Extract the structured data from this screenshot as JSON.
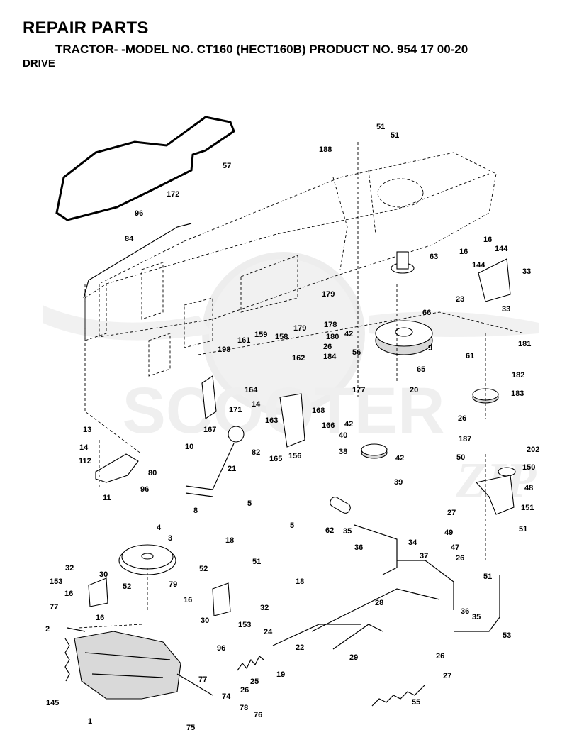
{
  "header": {
    "title": "REPAIR PARTS",
    "subtitle": "TRACTOR- -MODEL NO. CT160 (HECT160B) PRODUCT NO. 954 17 00-20",
    "section": "DRIVE"
  },
  "diagram": {
    "callouts": [
      {
        "id": "c57",
        "text": "57"
      },
      {
        "id": "c188",
        "text": "188"
      },
      {
        "id": "c51a",
        "text": "51"
      },
      {
        "id": "c51b",
        "text": "51"
      },
      {
        "id": "c172",
        "text": "172"
      },
      {
        "id": "c96a",
        "text": "96"
      },
      {
        "id": "c84",
        "text": "84"
      },
      {
        "id": "c63",
        "text": "63"
      },
      {
        "id": "c16a",
        "text": "16"
      },
      {
        "id": "c16b",
        "text": "16"
      },
      {
        "id": "c144a",
        "text": "144"
      },
      {
        "id": "c144b",
        "text": "144"
      },
      {
        "id": "c33a",
        "text": "33"
      },
      {
        "id": "c23",
        "text": "23"
      },
      {
        "id": "c33b",
        "text": "33"
      },
      {
        "id": "c179a",
        "text": "179"
      },
      {
        "id": "c178",
        "text": "178"
      },
      {
        "id": "c179b",
        "text": "179"
      },
      {
        "id": "c180",
        "text": "180"
      },
      {
        "id": "c26a",
        "text": "26"
      },
      {
        "id": "c184",
        "text": "184"
      },
      {
        "id": "c66",
        "text": "66"
      },
      {
        "id": "c42a",
        "text": "42"
      },
      {
        "id": "c56",
        "text": "56"
      },
      {
        "id": "c9",
        "text": "9"
      },
      {
        "id": "c181",
        "text": "181"
      },
      {
        "id": "c61",
        "text": "61"
      },
      {
        "id": "c182",
        "text": "182"
      },
      {
        "id": "c198",
        "text": "198"
      },
      {
        "id": "c161",
        "text": "161"
      },
      {
        "id": "c159",
        "text": "159"
      },
      {
        "id": "c158",
        "text": "158"
      },
      {
        "id": "c162",
        "text": "162"
      },
      {
        "id": "c65",
        "text": "65"
      },
      {
        "id": "c20",
        "text": "20"
      },
      {
        "id": "c183",
        "text": "183"
      },
      {
        "id": "c164",
        "text": "164"
      },
      {
        "id": "c14a",
        "text": "14"
      },
      {
        "id": "c171",
        "text": "171"
      },
      {
        "id": "c163",
        "text": "163"
      },
      {
        "id": "c177",
        "text": "177"
      },
      {
        "id": "c42b",
        "text": "42"
      },
      {
        "id": "c167",
        "text": "167"
      },
      {
        "id": "c168",
        "text": "168"
      },
      {
        "id": "c166",
        "text": "166"
      },
      {
        "id": "c26b",
        "text": "26"
      },
      {
        "id": "c187",
        "text": "187"
      },
      {
        "id": "c13",
        "text": "13"
      },
      {
        "id": "c14b",
        "text": "14"
      },
      {
        "id": "c112",
        "text": "112"
      },
      {
        "id": "c10",
        "text": "10"
      },
      {
        "id": "c82",
        "text": "82"
      },
      {
        "id": "c165",
        "text": "165"
      },
      {
        "id": "c156",
        "text": "156"
      },
      {
        "id": "c40",
        "text": "40"
      },
      {
        "id": "c38",
        "text": "38"
      },
      {
        "id": "c42c",
        "text": "42"
      },
      {
        "id": "c50",
        "text": "50"
      },
      {
        "id": "c202",
        "text": "202"
      },
      {
        "id": "c150",
        "text": "150"
      },
      {
        "id": "c80",
        "text": "80"
      },
      {
        "id": "c21",
        "text": "21"
      },
      {
        "id": "c39",
        "text": "39"
      },
      {
        "id": "c96b",
        "text": "96"
      },
      {
        "id": "c48",
        "text": "48"
      },
      {
        "id": "c11",
        "text": "11"
      },
      {
        "id": "c8",
        "text": "8"
      },
      {
        "id": "c5a",
        "text": "5"
      },
      {
        "id": "c27a",
        "text": "27"
      },
      {
        "id": "c151",
        "text": "151"
      },
      {
        "id": "c62",
        "text": "62"
      },
      {
        "id": "c35a",
        "text": "35"
      },
      {
        "id": "c36a",
        "text": "36"
      },
      {
        "id": "c4",
        "text": "4"
      },
      {
        "id": "c5b",
        "text": "5"
      },
      {
        "id": "c49",
        "text": "49"
      },
      {
        "id": "c51c",
        "text": "51"
      },
      {
        "id": "c3",
        "text": "3"
      },
      {
        "id": "c18a",
        "text": "18"
      },
      {
        "id": "c34",
        "text": "34"
      },
      {
        "id": "c47",
        "text": "47"
      },
      {
        "id": "c51d",
        "text": "51"
      },
      {
        "id": "c37",
        "text": "37"
      },
      {
        "id": "c26c",
        "text": "26"
      },
      {
        "id": "c32a",
        "text": "32"
      },
      {
        "id": "c30a",
        "text": "30"
      },
      {
        "id": "c51e",
        "text": "51"
      },
      {
        "id": "c153a",
        "text": "153"
      },
      {
        "id": "c52a",
        "text": "52"
      },
      {
        "id": "c52b",
        "text": "52"
      },
      {
        "id": "c16c",
        "text": "16"
      },
      {
        "id": "c79",
        "text": "79"
      },
      {
        "id": "c18b",
        "text": "18"
      },
      {
        "id": "c16d",
        "text": "16"
      },
      {
        "id": "c16e",
        "text": "16"
      },
      {
        "id": "c28",
        "text": "28"
      },
      {
        "id": "c32b",
        "text": "32"
      },
      {
        "id": "c36b",
        "text": "36"
      },
      {
        "id": "c35b",
        "text": "35"
      },
      {
        "id": "c77a",
        "text": "77"
      },
      {
        "id": "c30b",
        "text": "30"
      },
      {
        "id": "c153b",
        "text": "153"
      },
      {
        "id": "c2",
        "text": "2"
      },
      {
        "id": "c24",
        "text": "24"
      },
      {
        "id": "c53",
        "text": "53"
      },
      {
        "id": "c96c",
        "text": "96"
      },
      {
        "id": "c22",
        "text": "22"
      },
      {
        "id": "c26d",
        "text": "26"
      },
      {
        "id": "c29",
        "text": "29"
      },
      {
        "id": "c26e",
        "text": "26"
      },
      {
        "id": "c19",
        "text": "19"
      },
      {
        "id": "c27b",
        "text": "27"
      },
      {
        "id": "c25",
        "text": "25"
      },
      {
        "id": "c145",
        "text": "145"
      },
      {
        "id": "c77b",
        "text": "77"
      },
      {
        "id": "c74",
        "text": "74"
      },
      {
        "id": "c55",
        "text": "55"
      },
      {
        "id": "c78",
        "text": "78"
      },
      {
        "id": "c76",
        "text": "76"
      },
      {
        "id": "c1",
        "text": "1"
      },
      {
        "id": "c75",
        "text": "75"
      }
    ]
  },
  "watermark": {
    "text": "SCOOTER",
    "text2": "ZIP"
  }
}
